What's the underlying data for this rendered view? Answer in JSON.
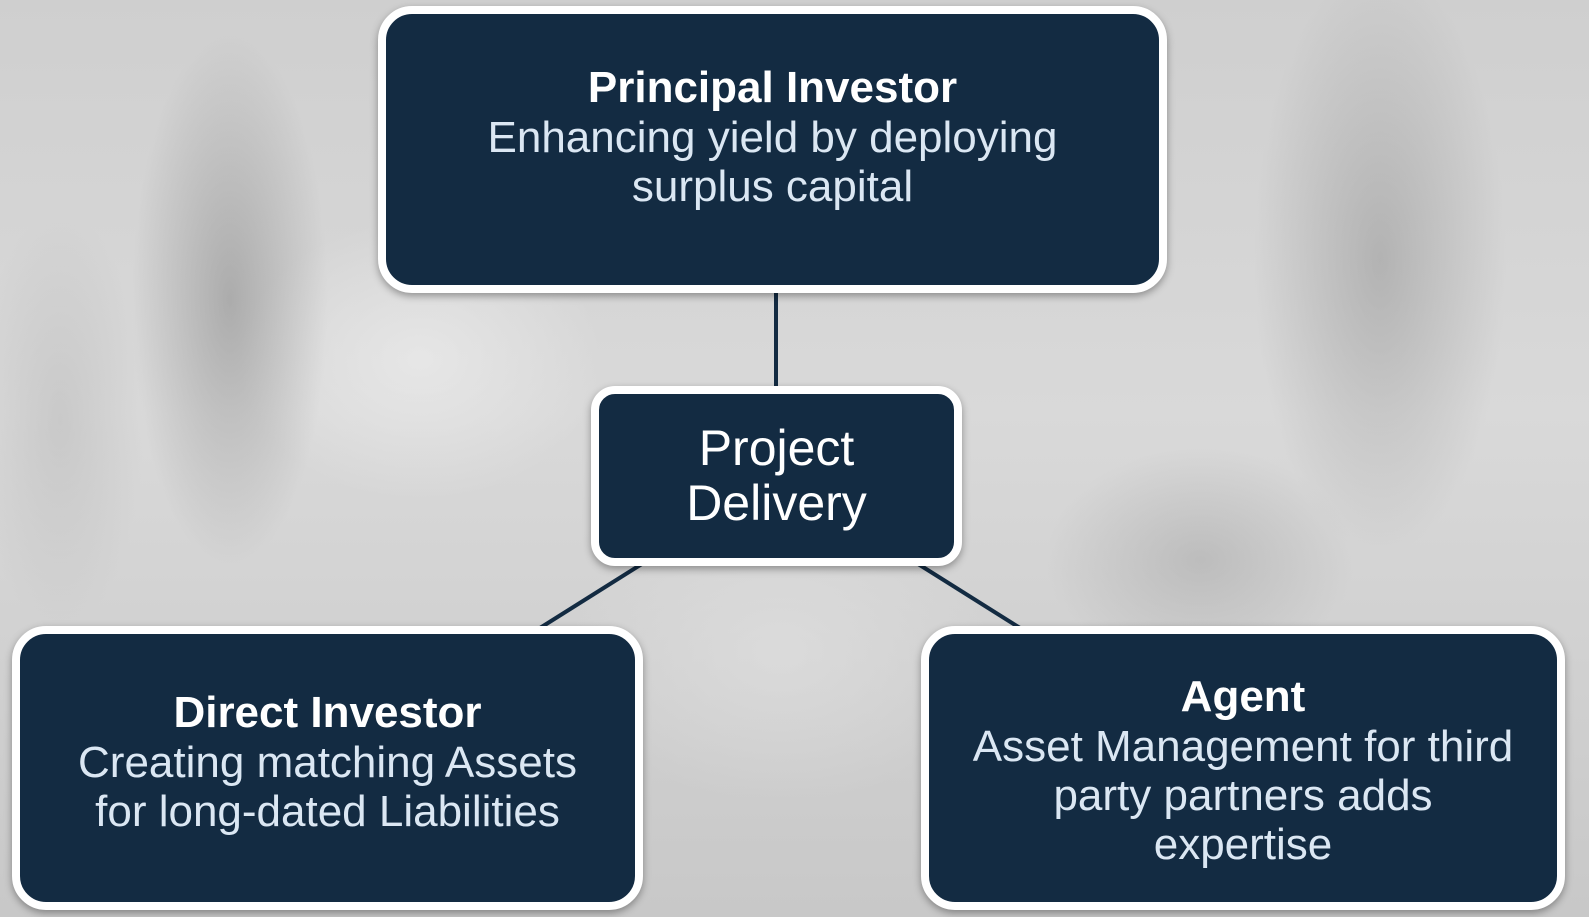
{
  "diagram": {
    "nodes": {
      "principal": {
        "title": "Principal Investor",
        "description_line1": "Enhancing yield by deploying",
        "description_line2": "surplus capital"
      },
      "center": {
        "line1": "Project",
        "line2": "Delivery"
      },
      "direct": {
        "title": "Direct Investor",
        "description_line1": "Creating matching Assets",
        "description_line2": "for long-dated Liabilities"
      },
      "agent": {
        "title": "Agent",
        "description_line1": "Asset Management for third",
        "description_line2": "party partners adds",
        "description_line3": "expertise"
      }
    },
    "edges": [
      {
        "from": "Principal Investor",
        "to": "Project Delivery"
      },
      {
        "from": "Project Delivery",
        "to": "Direct Investor"
      },
      {
        "from": "Project Delivery",
        "to": "Agent"
      }
    ],
    "colors": {
      "node_fill": "#132b42",
      "node_border": "#ffffff",
      "connector": "#132b42",
      "title_text": "#ffffff",
      "description_text": "#dbe7f3"
    }
  }
}
